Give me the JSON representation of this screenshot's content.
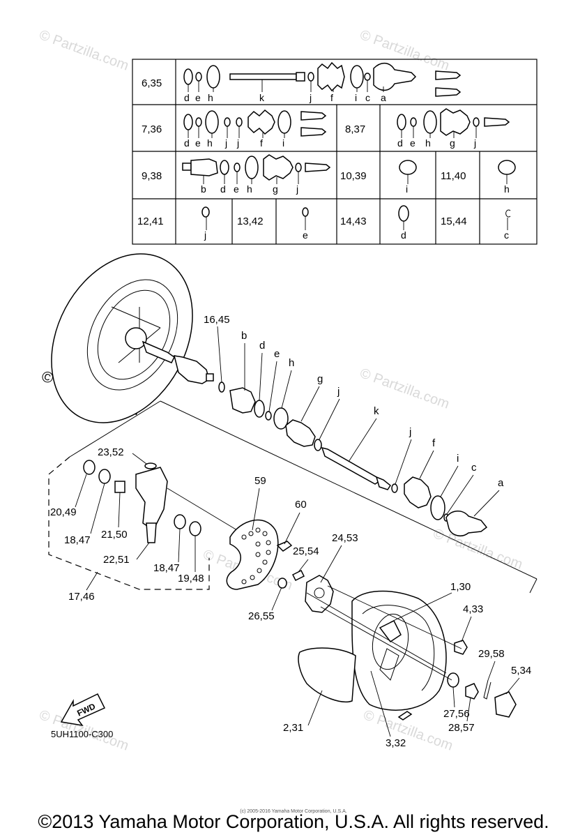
{
  "watermarks": [
    "© Partzilla.com",
    "© Partzilla.com",
    "© Partzilla.com",
    "© Partzilla.com",
    "© Partzilla.com",
    "© Partzilla.com",
    "© Partzilla.com",
    "© Partzilla.com"
  ],
  "table": {
    "row1": {
      "ref": "6,35",
      "letters": [
        "d",
        "e",
        "h",
        "k",
        "j",
        "f",
        "i",
        "c",
        "a"
      ]
    },
    "row2": {
      "ref_left": "7,36",
      "letters_left": [
        "d",
        "e",
        "h",
        "j",
        "j",
        "f",
        "i"
      ],
      "ref_right": "8,37",
      "letters_right": [
        "d",
        "e",
        "h",
        "g",
        "j"
      ]
    },
    "row3": {
      "ref_left": "9,38",
      "letters_left": [
        "b",
        "d",
        "e",
        "h",
        "g",
        "j"
      ],
      "ref_mid": "10,39",
      "letter_mid": "i",
      "ref_right": "11,40",
      "letter_right": "h"
    },
    "row4": {
      "ref1": "12,41",
      "letter1": "j",
      "ref2": "13,42",
      "letter2": "e",
      "ref3": "14,43",
      "letter3": "d",
      "ref4": "15,44",
      "letter4": "c"
    }
  },
  "callouts": {
    "c16_45": "16,45",
    "b": "b",
    "d": "d",
    "e": "e",
    "h": "h",
    "g": "g",
    "j1": "j",
    "k": "k",
    "j2": "j",
    "f": "f",
    "i": "i",
    "c": "c",
    "a": "a",
    "c23_52": "23,52",
    "c20_49": "20,49",
    "c18_47a": "18,47",
    "c21_50": "21,50",
    "c22_51": "22,51",
    "c18_47b": "18,47",
    "c19_48": "19,48",
    "c17_46": "17,46",
    "c59": "59",
    "c60": "60",
    "c24_53": "24,53",
    "c25_54": "25,54",
    "c26_55": "26,55",
    "c1_30": "1,30",
    "c4_33": "4,33",
    "c29_58": "29,58",
    "c5_34": "5,34",
    "c27_56": "27,56",
    "c28_57": "28,57",
    "c2_31": "2,31",
    "c3_32": "3,32"
  },
  "fwd": "FWD",
  "drawing_code": "5UH1100-C300",
  "microcopy": "(c) 2005-2016 Yamaha Motor Corporation, U.S.A.",
  "copyright": "©2013 Yamaha Motor Corporation, U.S.A. All rights reserved."
}
